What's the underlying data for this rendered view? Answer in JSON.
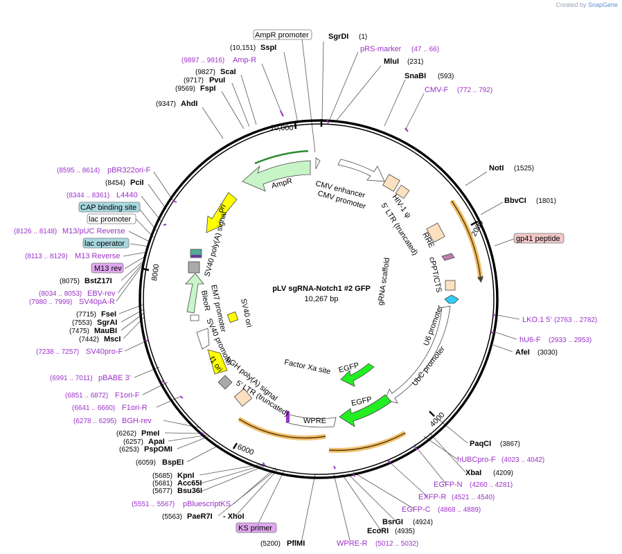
{
  "credit": {
    "prefix": "Created by",
    "brand": "SnapGene"
  },
  "plasmid": {
    "name": "pLV sgRNA-Notch1 #2 GFP",
    "size": "10,267 bp"
  },
  "ticks": [
    "10,000",
    "2000",
    "4000",
    "6000",
    "8000"
  ],
  "colors": {
    "purple": "#9b30c8",
    "ampr": "#c8f5c8",
    "ori": "#ffff00",
    "egfp": "#22ee22",
    "ltr": "#fde0c0",
    "orange": "#f0a030",
    "teal": "#a8d8e0",
    "mauve": "#f0c8c8",
    "u6": "#33ccff"
  },
  "labels": [
    {
      "pos": "",
      "name": "AmpR promoter",
      "style": "box"
    },
    {
      "pos": "(1)",
      "name": "SgrDI",
      "style": "site"
    },
    {
      "pos": "(10,151)",
      "name": "SspI",
      "style": "site"
    },
    {
      "pos": "(47 .. 66)",
      "name": "pRS-marker",
      "style": "primer"
    },
    {
      "pos": "(9897 .. 9916)",
      "name": "Amp-R",
      "style": "primer"
    },
    {
      "pos": "(231)",
      "name": "MluI",
      "style": "site"
    },
    {
      "pos": "(9827)",
      "name": "ScaI",
      "style": "site"
    },
    {
      "pos": "(593)",
      "name": "SnaBI",
      "style": "site"
    },
    {
      "pos": "(9717)",
      "name": "PvuI",
      "style": "site"
    },
    {
      "pos": "(9569)",
      "name": "FspI",
      "style": "site"
    },
    {
      "pos": "(772 .. 792)",
      "name": "CMV-F",
      "style": "primer"
    },
    {
      "pos": "(9347)",
      "name": "AhdI",
      "style": "site"
    },
    {
      "pos": "(1525)",
      "name": "NotI",
      "style": "site"
    },
    {
      "pos": "(8595 .. 8614)",
      "name": "pBR322ori-F",
      "style": "primer"
    },
    {
      "pos": "(8454)",
      "name": "PciI",
      "style": "site"
    },
    {
      "pos": "(1801)",
      "name": "BbvCI",
      "style": "site"
    },
    {
      "pos": "(8344 .. 8361)",
      "name": "L4440",
      "style": "primer"
    },
    {
      "pos": "",
      "name": "CAP binding site",
      "style": "teal"
    },
    {
      "pos": "",
      "name": "lac promoter",
      "style": "box"
    },
    {
      "pos": "",
      "name": "gp41 peptide",
      "style": "mauve"
    },
    {
      "pos": "(8126 .. 8148)",
      "name": "M13/pUC Reverse",
      "style": "primer"
    },
    {
      "pos": "",
      "name": "lac operator",
      "style": "teal"
    },
    {
      "pos": "(8113 .. 8129)",
      "name": "M13 Reverse",
      "style": "primer"
    },
    {
      "pos": "",
      "name": "M13 rev",
      "style": "violet"
    },
    {
      "pos": "(8075)",
      "name": "BstZ17I",
      "style": "site"
    },
    {
      "pos": "(8034 .. 8053)",
      "name": "EBV-rev",
      "style": "primer"
    },
    {
      "pos": "(7980 .. 7999)",
      "name": "SV40pA-R",
      "style": "primer"
    },
    {
      "pos": "(2763 .. 2782)",
      "name": "LKO.1 5'",
      "style": "primer"
    },
    {
      "pos": "(7715)",
      "name": "FseI",
      "style": "site"
    },
    {
      "pos": "(7553)",
      "name": "SgrAI",
      "style": "site"
    },
    {
      "pos": "(2933 .. 2953)",
      "name": "hU6-F",
      "style": "primer"
    },
    {
      "pos": "(7475)",
      "name": "MauBI",
      "style": "site"
    },
    {
      "pos": "(7442)",
      "name": "MscI",
      "style": "site"
    },
    {
      "pos": "(3030)",
      "name": "AfeI",
      "style": "site"
    },
    {
      "pos": "(7238 .. 7257)",
      "name": "SV40pro-F",
      "style": "primer"
    },
    {
      "pos": "(6991 .. 7011)",
      "name": "pBABE 3'",
      "style": "primer"
    },
    {
      "pos": "(6851 .. 6872)",
      "name": "F1ori-F",
      "style": "primer"
    },
    {
      "pos": "(6641 .. 6660)",
      "name": "F1ori-R",
      "style": "primer"
    },
    {
      "pos": "(6278 .. 6295)",
      "name": "BGH-rev",
      "style": "primer"
    },
    {
      "pos": "(6262)",
      "name": "PmeI",
      "style": "site"
    },
    {
      "pos": "(3867)",
      "name": "PaqCI",
      "style": "site"
    },
    {
      "pos": "(6257)",
      "name": "ApaI",
      "style": "site"
    },
    {
      "pos": "(6253)",
      "name": "PspOMI",
      "style": "site"
    },
    {
      "pos": "(4023 .. 4042)",
      "name": "hUBCpro-F",
      "style": "primer"
    },
    {
      "pos": "(6059)",
      "name": "BspEI",
      "style": "site"
    },
    {
      "pos": "(4209)",
      "name": "XbaI",
      "style": "site"
    },
    {
      "pos": "(5685)",
      "name": "KpnI",
      "style": "site"
    },
    {
      "pos": "(4260 .. 4281)",
      "name": "EGFP-N",
      "style": "primer"
    },
    {
      "pos": "(5681)",
      "name": "Acc65I",
      "style": "site"
    },
    {
      "pos": "(5677)",
      "name": "Bsu36I",
      "style": "site"
    },
    {
      "pos": "(4521 .. 4540)",
      "name": "EXFP-R",
      "style": "primer"
    },
    {
      "pos": "(5551 .. 5567)",
      "name": "pBluescriptKS",
      "style": "primer"
    },
    {
      "pos": "(4868 .. 4889)",
      "name": "EGFP-C",
      "style": "primer"
    },
    {
      "pos": "(5563)",
      "name": "PaeR7I",
      "style": "site"
    },
    {
      "pos": "",
      "name": "- XhoI",
      "style": "site"
    },
    {
      "pos": "(4924)",
      "name": "BsrGI",
      "style": "site"
    },
    {
      "pos": "(4935)",
      "name": "EcoRI",
      "style": "site"
    },
    {
      "pos": "",
      "name": "KS primer",
      "style": "violet"
    },
    {
      "pos": "(5200)",
      "name": "PflMI",
      "style": "site"
    },
    {
      "pos": "",
      "name": "WPRE-R",
      "style": "primer"
    },
    {
      "pos": "(5012 .. 5032)",
      "name": "",
      "style": "primer"
    }
  ],
  "features": [
    "AmpR",
    "CMV enhancer",
    "CMV promoter",
    "HIV-1 ψ",
    "5' LTR (truncated)",
    "RRE",
    "cPPT/CTS",
    "gRNA scaffold",
    "U6 promoter",
    "UbC promoter",
    "EGFP",
    "EGFP",
    "Factor Xa site",
    "WPRE",
    "5' LTR (truncated)",
    "bGH poly(A) signal",
    "f1 ori",
    "SV40 promoter",
    "EM7 promoter",
    "BleoR",
    "SV40 ori",
    "SV40 poly(A) signal",
    "ori"
  ]
}
